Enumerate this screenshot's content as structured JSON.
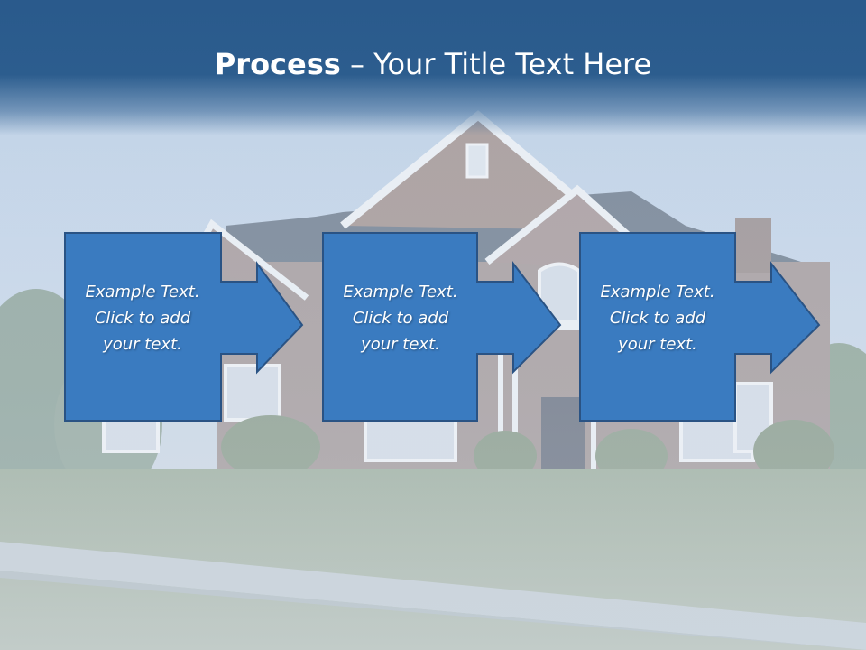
{
  "slide": {
    "title_bold": "Process",
    "title_rest": " – Your Title Text Here",
    "accent_color": "#3a7bc0",
    "header_color": "#2a5a8c"
  },
  "steps": [
    {
      "lines": [
        "Example Text.",
        "Click  to add",
        "your text."
      ]
    },
    {
      "lines": [
        "Example Text.",
        "Click  to add",
        "your text."
      ]
    },
    {
      "lines": [
        "Example Text.",
        "Click  to add",
        "your text."
      ]
    }
  ]
}
